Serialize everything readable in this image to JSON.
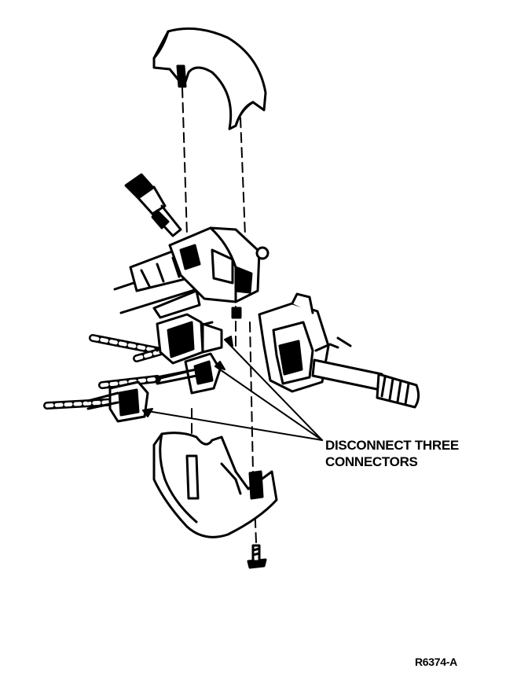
{
  "callout": {
    "line1": "DISCONNECT THREE",
    "line2": "CONNECTORS"
  },
  "figure_code": "R6374-A",
  "colors": {
    "ink": "#000000",
    "paper": "#ffffff"
  }
}
